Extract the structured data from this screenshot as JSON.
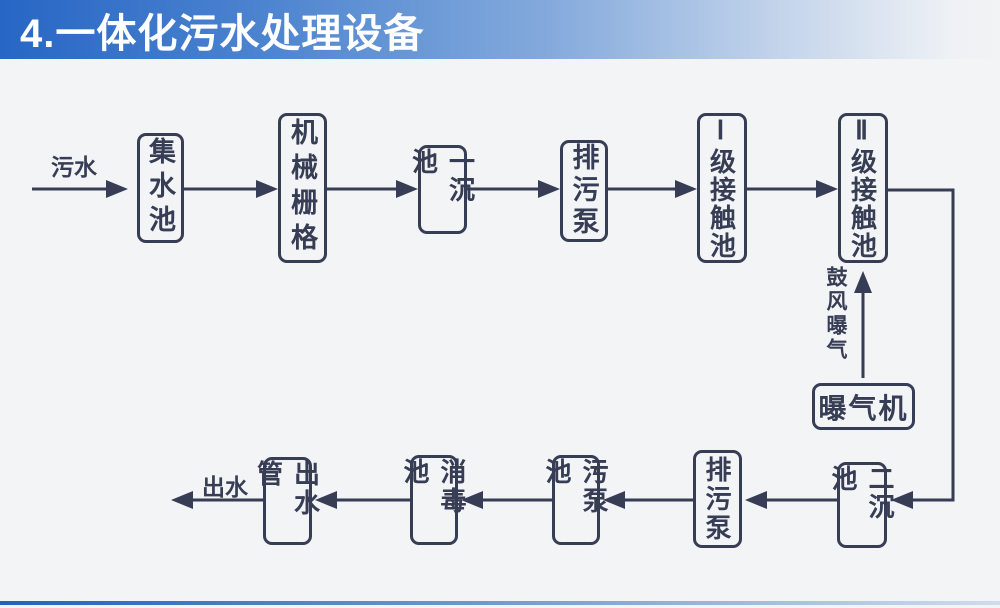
{
  "title": "4.一体化污水处理设备",
  "flow": {
    "inflow_label": "污水",
    "outflow_label": "出水",
    "aeration_label": "鼓风曝气",
    "nodes": {
      "collection_tank": "集水池",
      "mechanical_grid": "机械栅格",
      "primary_sedimentation": "一沉池",
      "sewage_pump_top": "排污泵",
      "level1_contact_tank": "Ⅰ级接触池",
      "level2_contact_tank": "Ⅱ级接触池",
      "aerator": "曝气机",
      "secondary_sedimentation": "二沉池",
      "sewage_pump_bottom": "排污泵",
      "sludge_pump_tank": "污泵池",
      "disinfection_tank": "消毒池",
      "outlet_pipe": "出水管"
    }
  },
  "colors": {
    "accent_navy": "#363d55",
    "title_blue_left": "#2766c5",
    "title_fade_right": "#f2f3f4",
    "background": "#f3f4f5",
    "title_text": "#ffffff",
    "footer_blue": "#1e66b5"
  }
}
